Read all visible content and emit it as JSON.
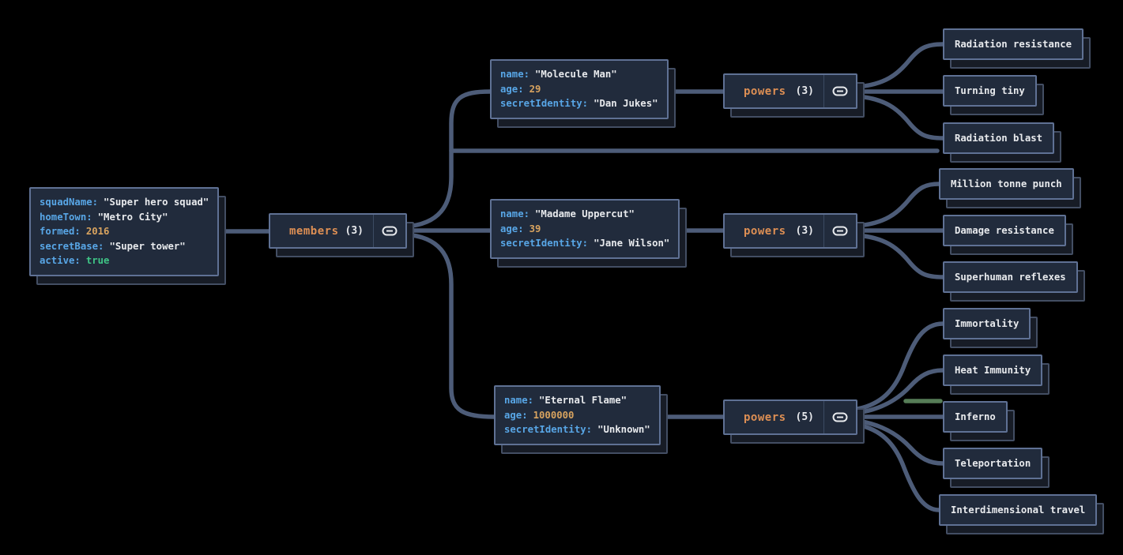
{
  "app": {
    "name": "json-graph-visualizer"
  },
  "palette": {
    "background": "#000000",
    "node_fill": "#212b3c",
    "node_border": "#5f7194",
    "edge": "#4d5c78",
    "edge_highlight_green": "#567d57",
    "key_color": "#58a6e6",
    "string_color": "#e8eaed",
    "number_color": "#d8a35f",
    "boolean_color": "#3fc586",
    "array_label_color": "#dd8f54"
  },
  "root_node": {
    "fields": [
      {
        "key": "squadName:",
        "value": "\"Super hero squad\"",
        "type": "string"
      },
      {
        "key": "homeTown:",
        "value": "\"Metro City\"",
        "type": "string"
      },
      {
        "key": "formed:",
        "value": "2016",
        "type": "number"
      },
      {
        "key": "secretBase:",
        "value": "\"Super tower\"",
        "type": "string"
      },
      {
        "key": "active:",
        "value": "true",
        "type": "boolean"
      }
    ]
  },
  "members_node": {
    "label": "members",
    "count": "(3)",
    "icon": "link-icon"
  },
  "members": [
    {
      "node": {
        "fields": [
          {
            "key": "name:",
            "value": "\"Molecule Man\"",
            "type": "string"
          },
          {
            "key": "age:",
            "value": "29",
            "type": "number"
          },
          {
            "key": "secretIdentity:",
            "value": "\"Dan Jukes\"",
            "type": "string"
          }
        ]
      },
      "powers_node": {
        "label": "powers",
        "count": "(3)",
        "icon": "link-icon"
      },
      "powers": [
        "Radiation resistance",
        "Turning tiny",
        "Radiation blast"
      ]
    },
    {
      "node": {
        "fields": [
          {
            "key": "name:",
            "value": "\"Madame Uppercut\"",
            "type": "string"
          },
          {
            "key": "age:",
            "value": "39",
            "type": "number"
          },
          {
            "key": "secretIdentity:",
            "value": "\"Jane Wilson\"",
            "type": "string"
          }
        ]
      },
      "powers_node": {
        "label": "powers",
        "count": "(3)",
        "icon": "link-icon"
      },
      "powers": [
        "Million tonne punch",
        "Damage resistance",
        "Superhuman reflexes"
      ]
    },
    {
      "node": {
        "fields": [
          {
            "key": "name:",
            "value": "\"Eternal Flame\"",
            "type": "string"
          },
          {
            "key": "age:",
            "value": "1000000",
            "type": "number"
          },
          {
            "key": "secretIdentity:",
            "value": "\"Unknown\"",
            "type": "string"
          }
        ]
      },
      "powers_node": {
        "label": "powers",
        "count": "(5)",
        "icon": "link-icon"
      },
      "powers": [
        "Immortality",
        "Heat Immunity",
        "Inferno",
        "Teleportation",
        "Interdimensional travel"
      ]
    }
  ]
}
